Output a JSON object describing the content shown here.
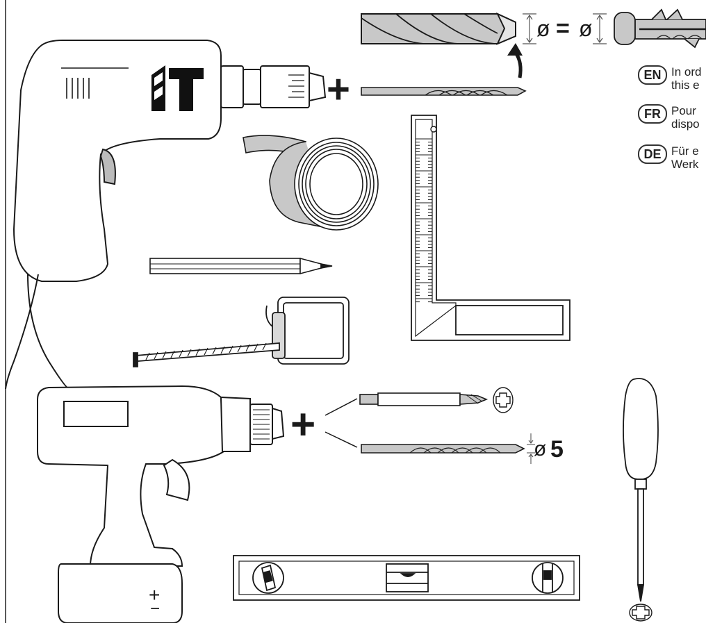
{
  "logo_text": "IT",
  "diameter": {
    "symbol": "ø",
    "equals": "="
  },
  "plus_sign": "+",
  "drill_bit_size": {
    "symbol": "ø",
    "value": "5"
  },
  "battery_polarity": {
    "plus": "+",
    "minus": "−"
  },
  "languages": [
    {
      "code": "EN",
      "line1": "In ord",
      "line2": "this e"
    },
    {
      "code": "FR",
      "line1": "Pour",
      "line2": "dispo"
    },
    {
      "code": "DE",
      "line1": "Für e",
      "line2": "Werk"
    }
  ],
  "colors": {
    "line": "#1a1a1a",
    "fill_gray": "#c8c8c8",
    "light_gray": "#d9d9d9",
    "background": "#ffffff"
  },
  "icons": [
    "corded-drill-icon",
    "masonry-bit-icon",
    "wall-plug-icon",
    "tape-roll-icon",
    "pencil-icon",
    "tape-measure-icon",
    "try-square-icon",
    "cordless-drill-icon",
    "phillips-bit-icon",
    "drill-bit-icon",
    "spirit-level-icon",
    "screwdriver-icon",
    "phillips-head-icon"
  ]
}
